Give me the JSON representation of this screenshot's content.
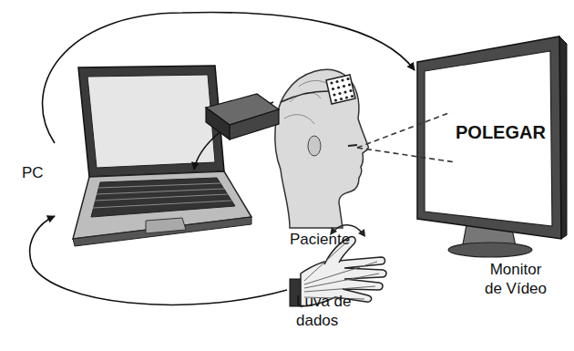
{
  "diagram": {
    "nodes": [
      {
        "text": [
          "PC"
        ]
      },
      {
        "text": [
          "Paciente"
        ]
      },
      {
        "text": [
          "POLEGAR",
          "Monitor de Vídeo"
        ]
      },
      {
        "text": [
          "Luva de dados"
        ]
      }
    ],
    "edges": [
      {
        "from": 0,
        "to": 2,
        "arrow": "to"
      },
      {
        "from": 1,
        "to": 0,
        "arrow": "to"
      },
      {
        "from": 3,
        "to": 0,
        "arrow": "to"
      },
      {
        "from": 1,
        "to": 2,
        "arrow": "none"
      }
    ]
  }
}
